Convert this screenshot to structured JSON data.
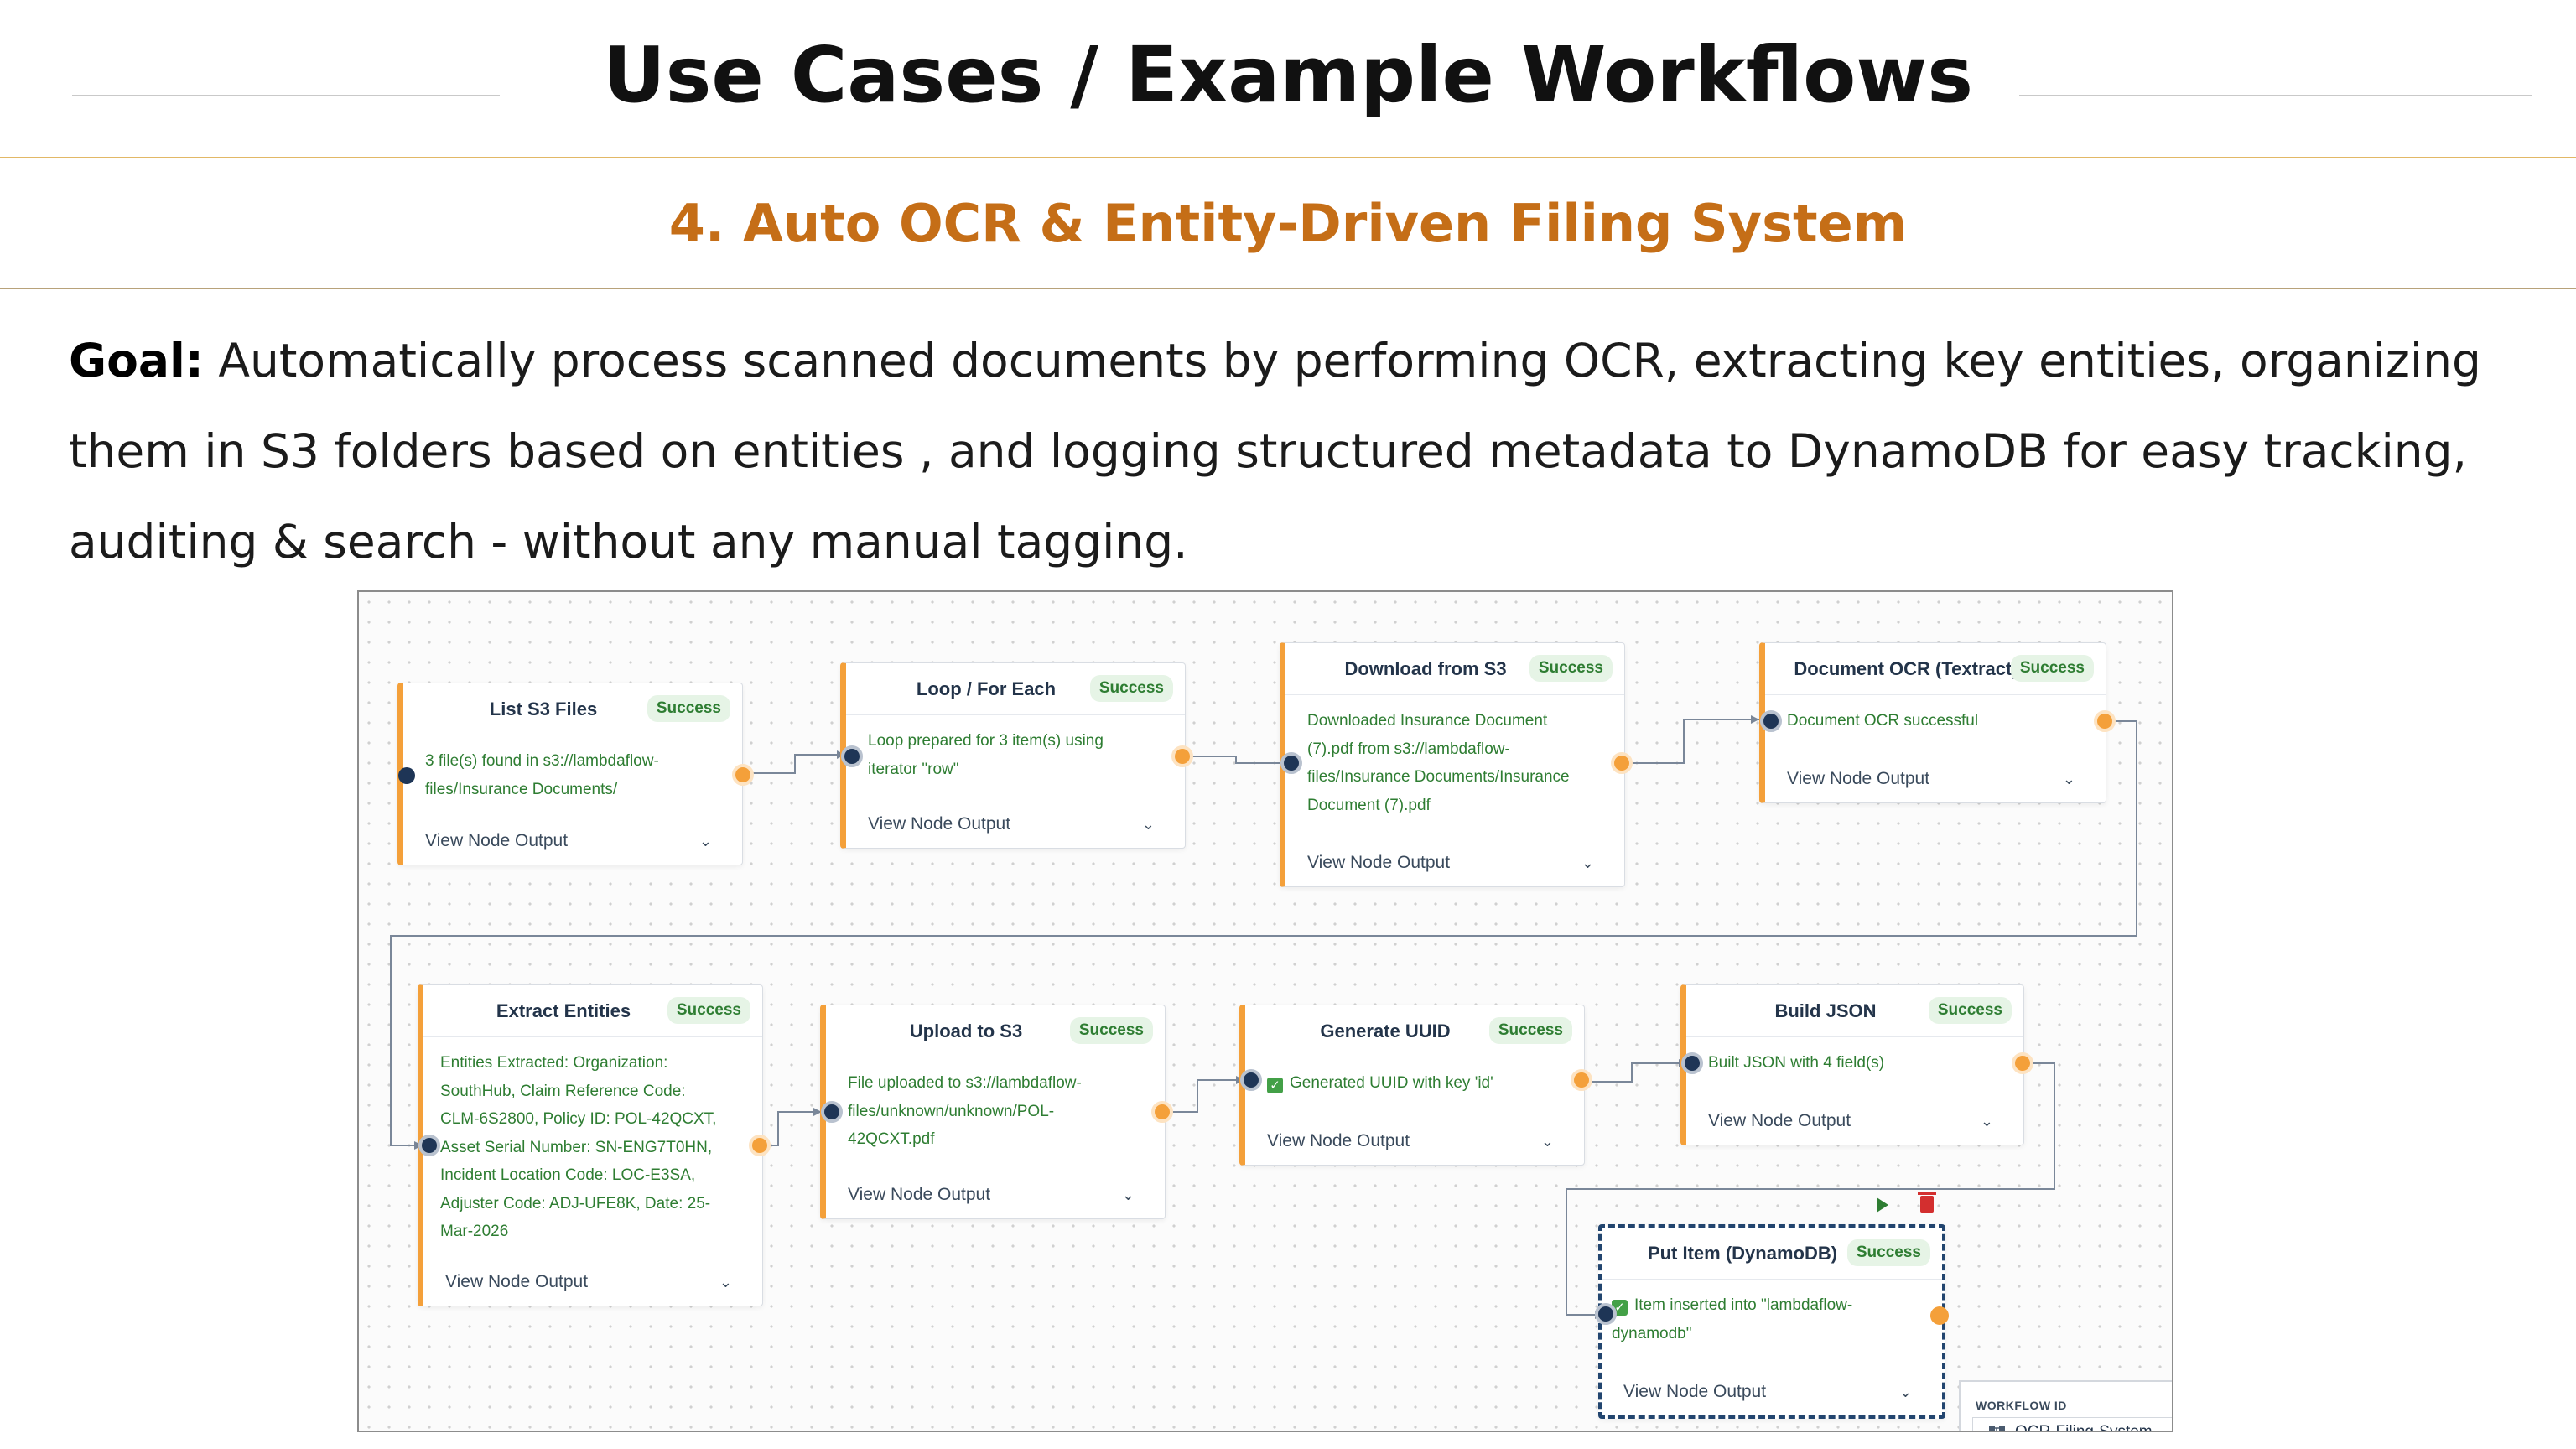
{
  "slide": {
    "title": "Use Cases / Example Workflows",
    "subtitle": "4. Auto OCR & Entity-Driven Filing System",
    "goal_label": "Goal:",
    "goal_text": " Automatically process scanned documents by performing OCR, extracting key entities, organizing them in S3 folders based on entities , and logging structured metadata to DynamoDB for easy tracking, auditing & search -  without any manual tagging."
  },
  "colors": {
    "accent_orange": "#c56e17",
    "node_border": "#f4a03a",
    "success_green": "#2e7d32",
    "input_port": "#1e3556"
  },
  "workflow": {
    "view_output_label": "View Node Output",
    "status_label": "Success",
    "nodes": [
      {
        "id": "list-s3-files",
        "title": "List S3 Files",
        "lines": [
          "3 file(s) found in s3://lambdaflow-",
          "files/Insurance Documents/"
        ]
      },
      {
        "id": "loop-for-each",
        "title": "Loop / For Each",
        "lines": [
          "Loop prepared for 3 item(s) using",
          "iterator \"row\""
        ]
      },
      {
        "id": "download-from-s3",
        "title": "Download from S3",
        "lines": [
          "Downloaded Insurance Document",
          "(7).pdf from s3://lambdaflow-",
          "files/Insurance Documents/Insurance",
          "Document (7).pdf"
        ]
      },
      {
        "id": "document-ocr",
        "title": "Document OCR (Textract)",
        "lines": [
          "Document OCR successful"
        ]
      },
      {
        "id": "extract-entities",
        "title": "Extract Entities",
        "lines": [
          "Entities Extracted: Organization:",
          "SouthHub, Claim Reference Code:",
          "CLM-6S2800, Policy ID: POL-42QCXT,",
          "Asset Serial Number: SN-ENG7T0HN,",
          "Incident Location Code: LOC-E3SA,",
          "Adjuster Code: ADJ-UFE8K, Date: 25-",
          "Mar-2026"
        ]
      },
      {
        "id": "upload-to-s3",
        "title": "Upload to S3",
        "lines": [
          "File uploaded to s3://lambdaflow-",
          "files/unknown/unknown/POL-",
          "42QCXT.pdf"
        ]
      },
      {
        "id": "generate-uuid",
        "title": "Generate UUID",
        "lines": [
          "Generated UUID with key 'id'"
        ]
      },
      {
        "id": "build-json",
        "title": "Build JSON",
        "lines": [
          "Built JSON with 4 field(s)"
        ]
      },
      {
        "id": "put-item",
        "title": "Put Item (DynamoDB)",
        "lines": [
          "Item inserted into \"lambdaflow-",
          "dynamodb\""
        ]
      }
    ],
    "workflow_id_label": "WORKFLOW ID",
    "workflow_id_value": "OCR-Filing-System"
  }
}
